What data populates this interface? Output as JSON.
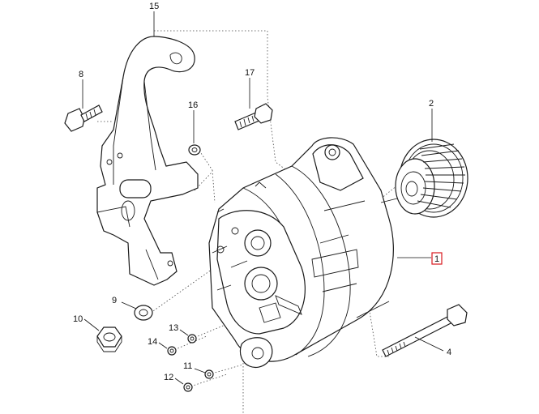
{
  "callouts": [
    {
      "id": "callout-1",
      "label": "1",
      "highlighted": true
    },
    {
      "id": "callout-2",
      "label": "2"
    },
    {
      "id": "callout-4",
      "label": "4"
    },
    {
      "id": "callout-8",
      "label": "8"
    },
    {
      "id": "callout-9",
      "label": "9"
    },
    {
      "id": "callout-10",
      "label": "10"
    },
    {
      "id": "callout-11",
      "label": "11"
    },
    {
      "id": "callout-12",
      "label": "12"
    },
    {
      "id": "callout-13",
      "label": "13"
    },
    {
      "id": "callout-14",
      "label": "14"
    },
    {
      "id": "callout-15",
      "label": "15"
    },
    {
      "id": "callout-16",
      "label": "16"
    },
    {
      "id": "callout-17",
      "label": "17"
    }
  ],
  "colors": {
    "line": "#1a1a1a",
    "highlight": "#d8191f",
    "background": "#ffffff"
  }
}
